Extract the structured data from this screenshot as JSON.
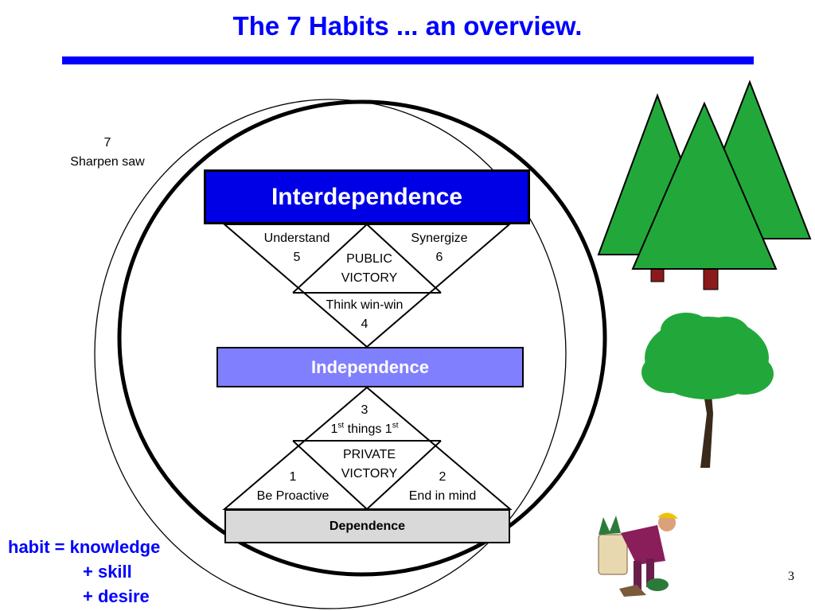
{
  "slide": {
    "title": "The 7 Habits ... an overview.",
    "page_number": "3"
  },
  "habits": {
    "h7_number": "7",
    "h7_label": "Sharpen saw",
    "interdependence": "Interdependence",
    "h5_label": "Understand",
    "h5_number": "5",
    "h6_label": "Synergize",
    "h6_number": "6",
    "public_victory_line1": "PUBLIC",
    "public_victory_line2": "VICTORY",
    "h4_label": "Think win-win",
    "h4_number": "4",
    "independence": "Independence",
    "h3_number": "3",
    "h3_first": "1",
    "h3_sup1": "st",
    "h3_mid": " things 1",
    "h3_sup2": "st",
    "private_victory_line1": "PRIVATE",
    "private_victory_line2": "VICTORY",
    "h1_number": "1",
    "h1_label": "Be Proactive",
    "h2_number": "2",
    "h2_label": "End in mind",
    "dependence": "Dependence"
  },
  "formula": {
    "line1": "habit = knowledge",
    "line2": "+ skill",
    "line3": "+ desire"
  },
  "colors": {
    "accent": "#0000ff",
    "interdependence_fill": "#0000e6",
    "independence_fill": "#8080ff",
    "dependence_fill": "#d9d9d9",
    "tree_green": "#22a83a"
  },
  "icons": [
    "pine-trees-icon",
    "deciduous-tree-icon",
    "gardener-icon"
  ]
}
